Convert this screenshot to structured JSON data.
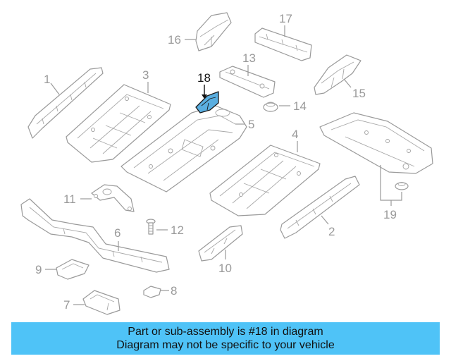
{
  "diagram": {
    "highlight_color": "#5aaee0",
    "callouts": [
      "1",
      "2",
      "3",
      "4",
      "5",
      "6",
      "7",
      "8",
      "9",
      "10",
      "11",
      "12",
      "13",
      "14",
      "15",
      "16",
      "17",
      "18",
      "19"
    ]
  },
  "banner": {
    "line1": "Part or sub-assembly is #18 in diagram",
    "line2": "Diagram may not be specific to your vehicle",
    "background": "#4fc3f7"
  }
}
